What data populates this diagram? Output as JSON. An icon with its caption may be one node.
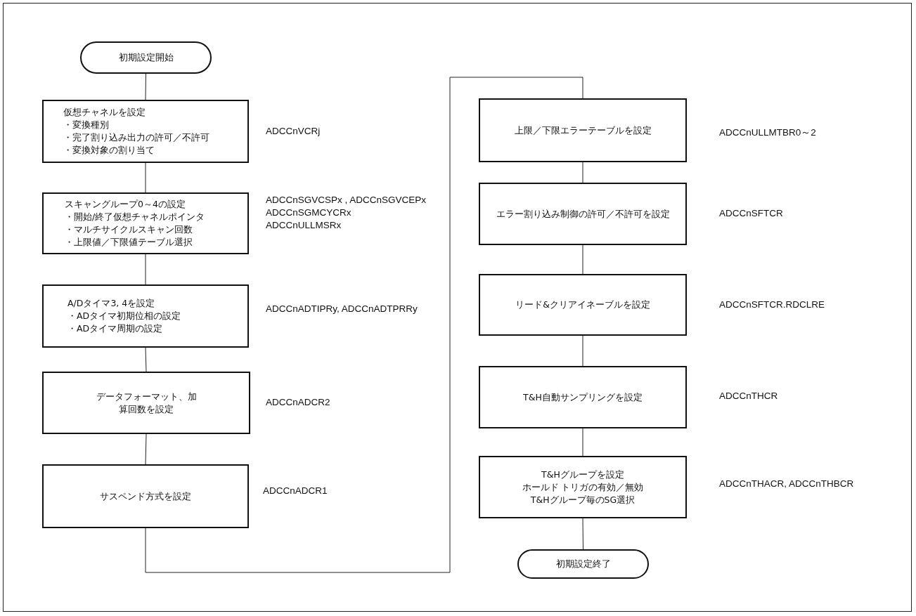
{
  "diagram": {
    "nodes": [
      {
        "text": [
          "初期設定開始"
        ]
      },
      {
        "text": [
          "仮想チャネルを設定",
          "・変換種別",
          "・完了割り込み出力の許可／不許可",
          "・変換対象の割り当て"
        ],
        "beside": [
          "ADCCnVCRj"
        ]
      },
      {
        "text": [
          "スキャングループ0～4の設定",
          "・開始/終了仮想チャネルポインタ",
          "・マルチサイクルスキャン回数",
          "・上限値／下限値テーブル選択"
        ],
        "beside": [
          "ADCCnSGVCSPx , ADCCnSGVCEPx",
          "ADCCnSGMCYCRx",
          "ADCCnULLMSRx"
        ]
      },
      {
        "text": [
          "A/Dタイマ3, 4を設定",
          "・ADタイマ初期位相の設定",
          "・ADタイマ周期の設定"
        ],
        "beside": [
          "ADCCnADTIPRy, ADCCnADTPRRy"
        ]
      },
      {
        "text": [
          "データフォーマット、加算回数を設定"
        ],
        "beside": [
          "ADCCnADCR2"
        ]
      },
      {
        "text": [
          "サスペンド方式を設定"
        ],
        "beside": [
          "ADCCnADCR1"
        ]
      },
      {
        "text": [
          "上限／下限エラーテーブルを設定"
        ],
        "beside": [
          "ADCCnULLMTBR0～2"
        ]
      },
      {
        "text": [
          "エラー割り込み制御の許可／不許可を設定"
        ],
        "beside": [
          "ADCCnSFTCR"
        ]
      },
      {
        "text": [
          "リード&クリアイネーブルを設定"
        ],
        "beside": [
          "ADCCnSFTCR.RDCLRE"
        ]
      },
      {
        "text": [
          "T&H自動サンプリングを設定"
        ],
        "beside": [
          "ADCCnTHCR"
        ]
      },
      {
        "text": [
          "T&Hグループを設定",
          "ホールド トリガの有効／無効",
          "T&Hグループ毎のSG選択"
        ],
        "beside": [
          "ADCCnTHACR, ADCCnTHBCR"
        ]
      },
      {
        "text": [
          "初期設定終了"
        ]
      }
    ],
    "edges": [
      {
        "from": 0,
        "to": 1,
        "arrow": "none"
      },
      {
        "from": 1,
        "to": 2,
        "arrow": "none"
      },
      {
        "from": 2,
        "to": 3,
        "arrow": "none"
      },
      {
        "from": 3,
        "to": 4,
        "arrow": "none"
      },
      {
        "from": 4,
        "to": 5,
        "arrow": "none"
      },
      {
        "from": 5,
        "to": 6,
        "arrow": "none"
      },
      {
        "from": 6,
        "to": 7,
        "arrow": "none"
      },
      {
        "from": 7,
        "to": 8,
        "arrow": "none"
      },
      {
        "from": 8,
        "to": 9,
        "arrow": "none"
      },
      {
        "from": 9,
        "to": 10,
        "arrow": "none"
      },
      {
        "from": 10,
        "to": 11,
        "arrow": "none"
      }
    ]
  }
}
